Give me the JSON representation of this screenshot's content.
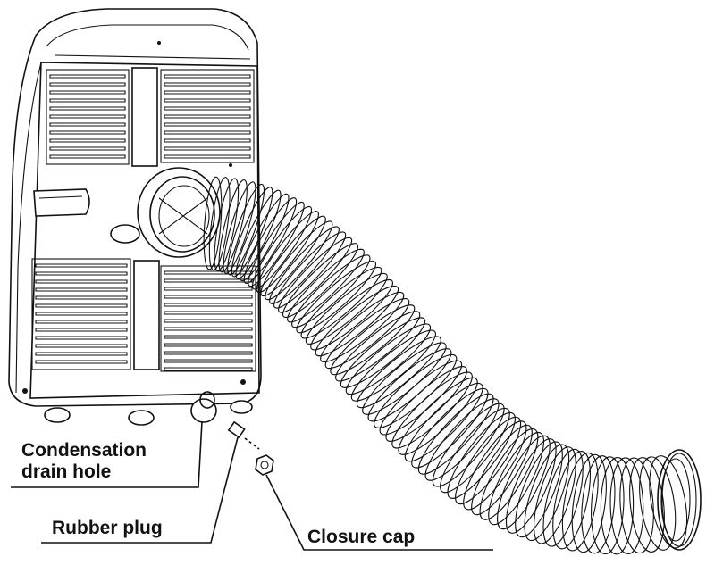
{
  "labels": {
    "drain_hole_line1": "Condensation",
    "drain_hole_line2": "drain hole",
    "rubber_plug": "Rubber plug",
    "closure_cap": "Closure cap"
  },
  "colors": {
    "ink": "#111111",
    "background": "#ffffff"
  }
}
